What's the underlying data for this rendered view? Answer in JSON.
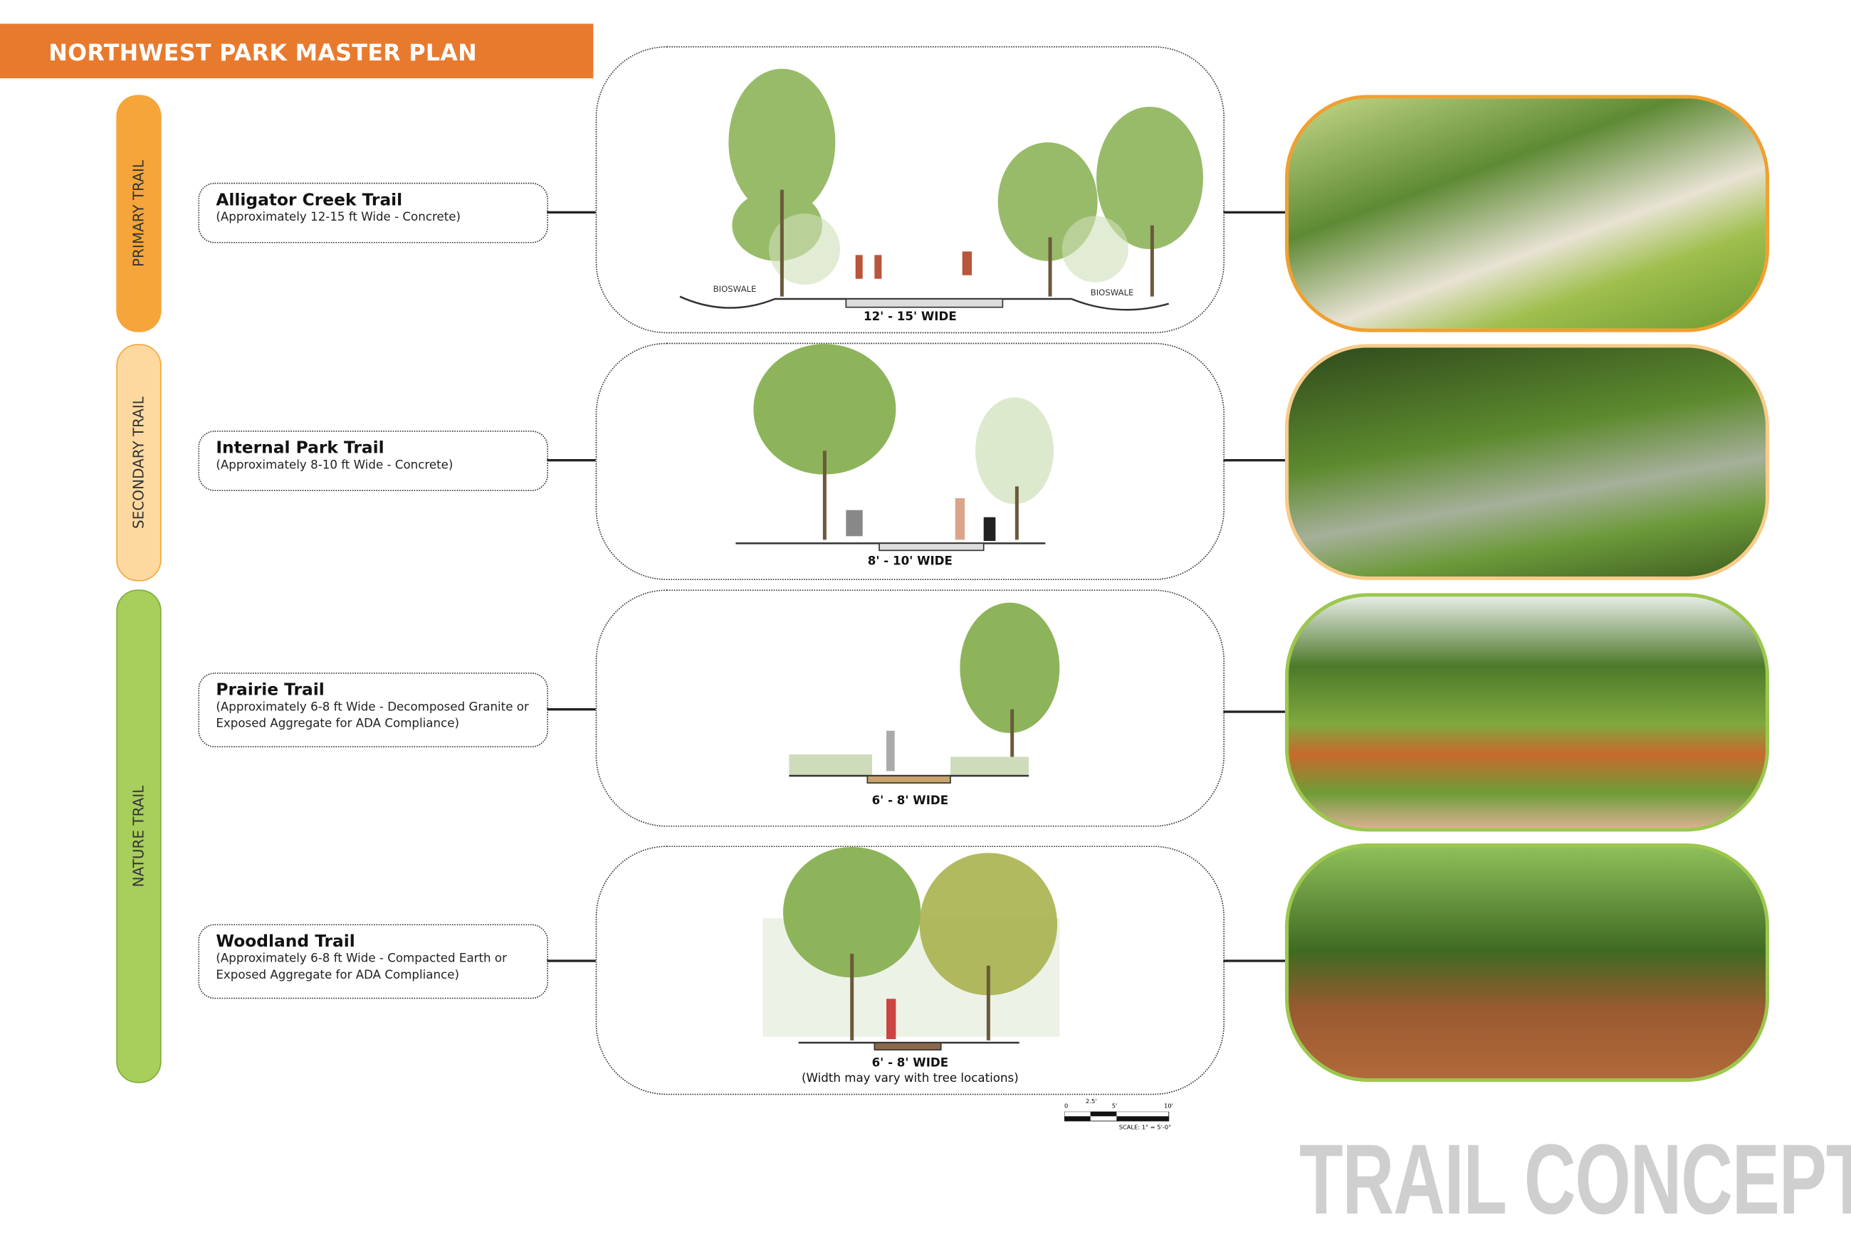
{
  "header": {
    "title": "NORTHWEST PARK MASTER PLAN"
  },
  "categories": [
    {
      "label": "PRIMARY TRAIL",
      "color": "#F5A53A"
    },
    {
      "label": "SECONDARY TRAIL",
      "color": "#FDD9A0"
    },
    {
      "label": "NATURE TRAIL",
      "color": "#A8CE5C"
    }
  ],
  "trails": [
    {
      "name": "Alligator Creek Trail",
      "desc": "(Approximately 12-15 ft Wide - Concrete)",
      "width_label": "12' - 15' WIDE",
      "bioswale_left": "BIOSWALE",
      "bioswale_right": "BIOSWALE",
      "photo_border": "#F0A030"
    },
    {
      "name": "Internal Park Trail",
      "desc": "(Approximately 8-10 ft Wide - Concrete)",
      "width_label": "8' - 10' WIDE",
      "photo_border": "#F8CB8A"
    },
    {
      "name": "Prairie Trail",
      "desc": "(Approximately 6-8 ft Wide - Decomposed Granite or Exposed Aggregate for ADA Compliance)",
      "width_label": "6' - 8' WIDE",
      "photo_border": "#9CC74E"
    },
    {
      "name": "Woodland Trail",
      "desc": "(Approximately 6-8 ft Wide - Compacted Earth or Exposed Aggregate for ADA Compliance)",
      "width_label": "6' - 8' WIDE",
      "width_note": "(Width may vary with tree locations)",
      "photo_border": "#9CC74E"
    }
  ],
  "scale_bar": {
    "ticks": [
      "0",
      "2.5'",
      "5'",
      "10'"
    ],
    "caption": "SCALE: 1\" = 5'-0\""
  },
  "page_title": "TRAIL CONCEPTS"
}
